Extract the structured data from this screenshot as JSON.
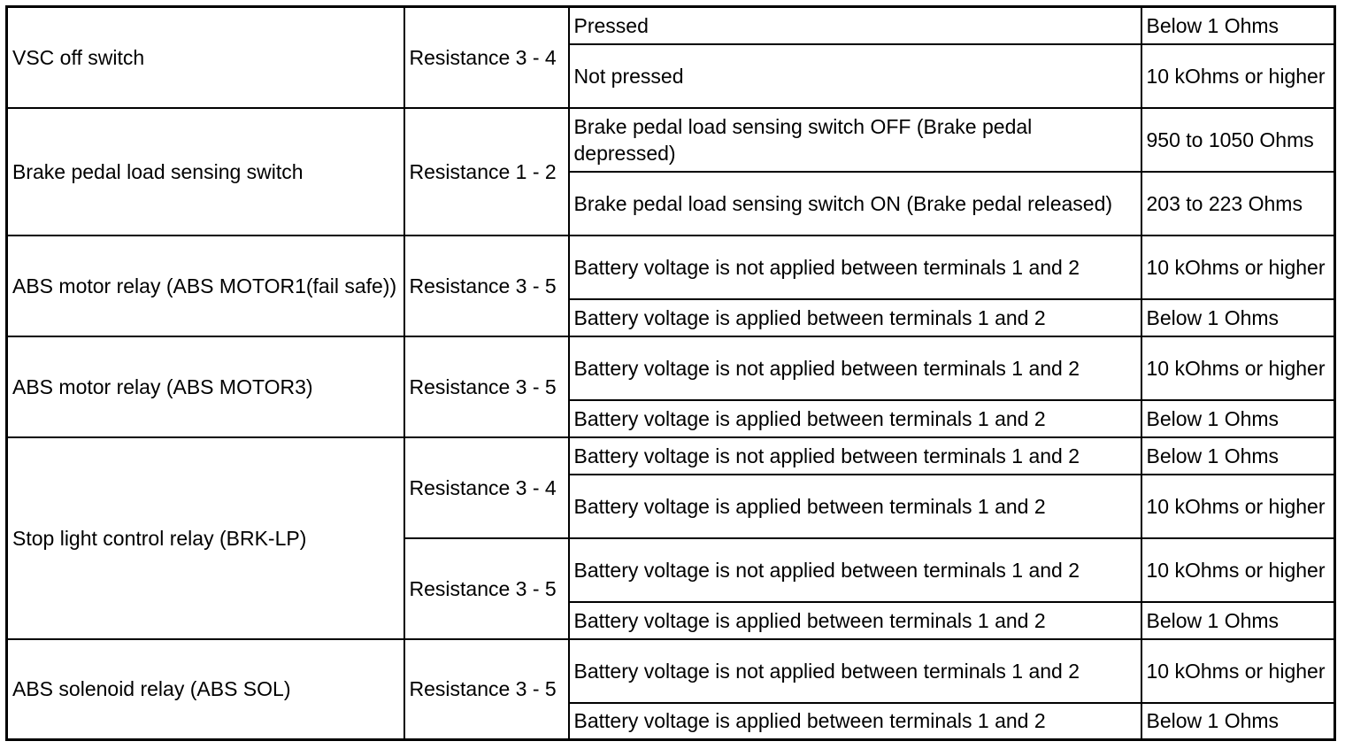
{
  "rows": [
    {
      "component": "VSC off switch",
      "tests": [
        {
          "terminal": "Resistance 3 - 4",
          "conditions": [
            {
              "condition": "Pressed",
              "spec": "Below 1 Ohms"
            },
            {
              "condition": "Not pressed",
              "spec": "10 kOhms or higher"
            }
          ]
        }
      ]
    },
    {
      "component": "Brake pedal load sensing switch",
      "tests": [
        {
          "terminal": "Resistance 1 - 2",
          "conditions": [
            {
              "condition": "Brake pedal load sensing switch OFF (Brake pedal depressed)",
              "spec": "950 to 1050 Ohms"
            },
            {
              "condition": "Brake pedal load sensing switch ON (Brake pedal released)",
              "spec": "203 to 223 Ohms"
            }
          ]
        }
      ]
    },
    {
      "component": "ABS motor relay (ABS MOTOR1(fail safe))",
      "tests": [
        {
          "terminal": "Resistance 3 - 5",
          "conditions": [
            {
              "condition": "Battery voltage is not applied between terminals 1 and 2",
              "spec": "10 kOhms or higher"
            },
            {
              "condition": "Battery voltage is applied between terminals 1 and 2",
              "spec": "Below 1 Ohms"
            }
          ]
        }
      ]
    },
    {
      "component": "ABS motor relay (ABS MOTOR3)",
      "tests": [
        {
          "terminal": "Resistance 3 - 5",
          "conditions": [
            {
              "condition": "Battery voltage is not applied between terminals 1 and 2",
              "spec": "10 kOhms or higher"
            },
            {
              "condition": "Battery voltage is applied between terminals 1 and 2",
              "spec": "Below 1 Ohms"
            }
          ]
        }
      ]
    },
    {
      "component": "Stop light control relay (BRK-LP)",
      "tests": [
        {
          "terminal": "Resistance 3 - 4",
          "conditions": [
            {
              "condition": "Battery voltage is not applied between terminals 1 and 2",
              "spec": "Below 1 Ohms"
            },
            {
              "condition": "Battery voltage is applied between terminals 1 and 2",
              "spec": "10 kOhms or higher"
            }
          ]
        },
        {
          "terminal": "Resistance 3 - 5",
          "conditions": [
            {
              "condition": "Battery voltage is not applied between terminals 1 and 2",
              "spec": "10 kOhms or higher"
            },
            {
              "condition": "Battery voltage is applied between terminals 1 and 2",
              "spec": "Below 1 Ohms"
            }
          ]
        }
      ]
    },
    {
      "component": "ABS solenoid relay (ABS SOL)",
      "tests": [
        {
          "terminal": "Resistance 3 - 5",
          "conditions": [
            {
              "condition": "Battery voltage is not applied between terminals 1 and 2",
              "spec": "10 kOhms or higher"
            },
            {
              "condition": "Battery voltage is applied between terminals 1 and 2",
              "spec": "Below 1 Ohms"
            }
          ]
        }
      ]
    }
  ]
}
